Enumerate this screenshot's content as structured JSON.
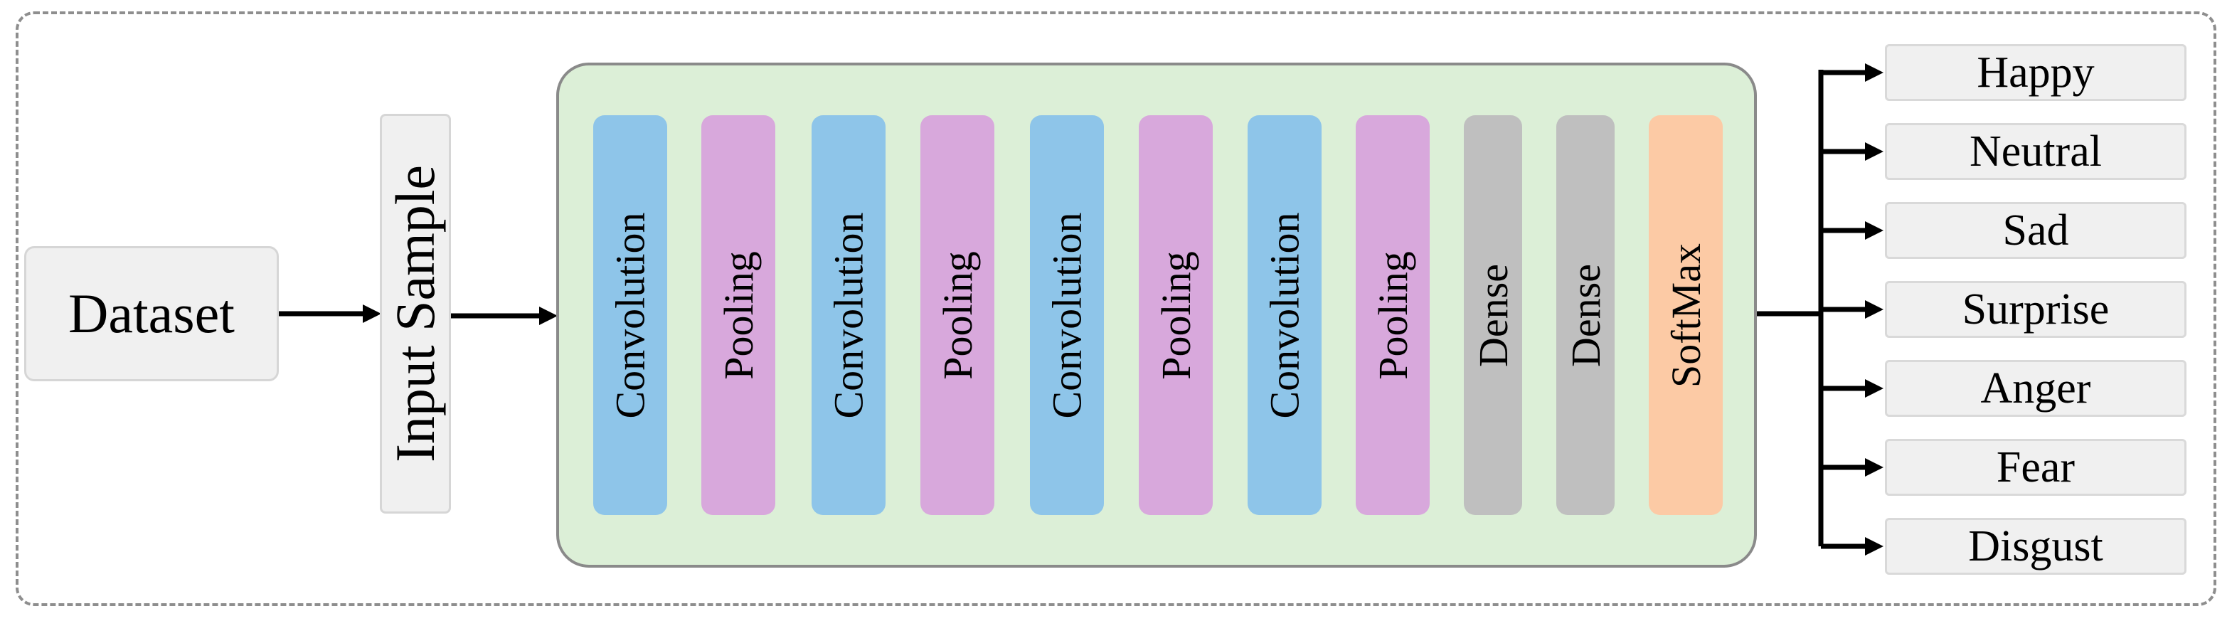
{
  "source": {
    "label": "Dataset"
  },
  "input": {
    "label": "Input Sample"
  },
  "layers": [
    {
      "label": "Convolution",
      "kind": "conv"
    },
    {
      "label": "Pooling",
      "kind": "pool"
    },
    {
      "label": "Convolution",
      "kind": "conv"
    },
    {
      "label": "Pooling",
      "kind": "pool"
    },
    {
      "label": "Convolution",
      "kind": "conv"
    },
    {
      "label": "Pooling",
      "kind": "pool"
    },
    {
      "label": "Convolution",
      "kind": "conv"
    },
    {
      "label": "Pooling",
      "kind": "pool"
    },
    {
      "label": "Dense",
      "kind": "dense"
    },
    {
      "label": "Dense",
      "kind": "dense"
    },
    {
      "label": "SoftMax",
      "kind": "softmax"
    }
  ],
  "outputs": [
    "Happy",
    "Neutral",
    "Sad",
    "Surprise",
    "Anger",
    "Fear",
    "Disgust"
  ],
  "colors": {
    "conv": "#8ec5e9",
    "pool": "#d8a8dc",
    "dense": "#bfbfbf",
    "softmax": "#fccaa5",
    "cnn_block": "#dcefd7",
    "node_fill": "#f0f0f0"
  }
}
